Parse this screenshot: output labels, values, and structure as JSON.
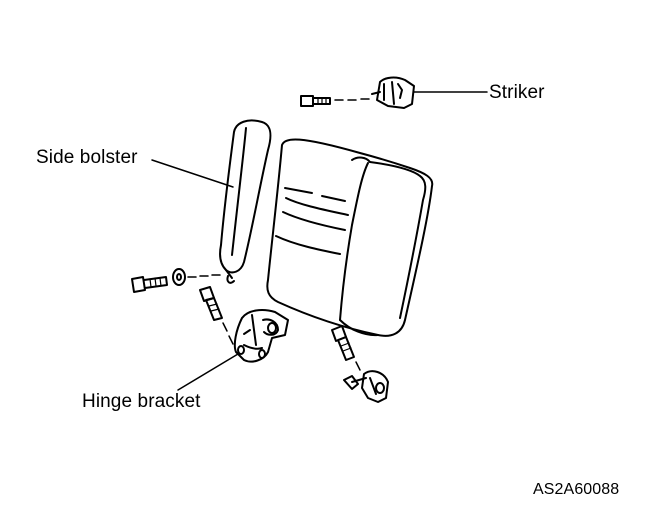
{
  "labels": {
    "striker": "Striker",
    "side_bolster": "Side bolster",
    "hinge_bracket": "Hinge bracket"
  },
  "figure_code": "AS2A60088",
  "colors": {
    "ink": "#000000",
    "paper": "#ffffff"
  }
}
